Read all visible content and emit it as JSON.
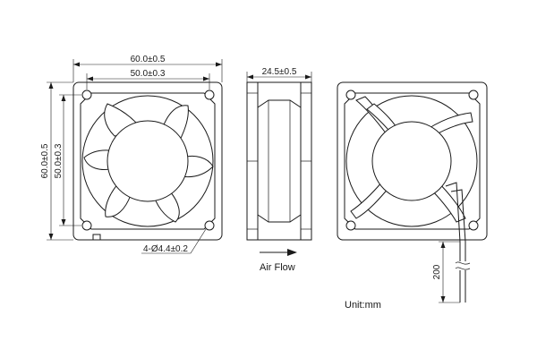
{
  "dimensions": {
    "front_outer_width": "60.0±0.5",
    "front_hole_spacing_width": "50.0±0.3",
    "front_outer_height": "60.0±0.5",
    "front_hole_spacing_height": "50.0±0.3",
    "holes": "4-Ø4.4±0.2",
    "side_thickness": "24.5±0.5",
    "lead_length": "200"
  },
  "labels": {
    "air_flow": "Air Flow",
    "unit": "Unit:mm"
  }
}
